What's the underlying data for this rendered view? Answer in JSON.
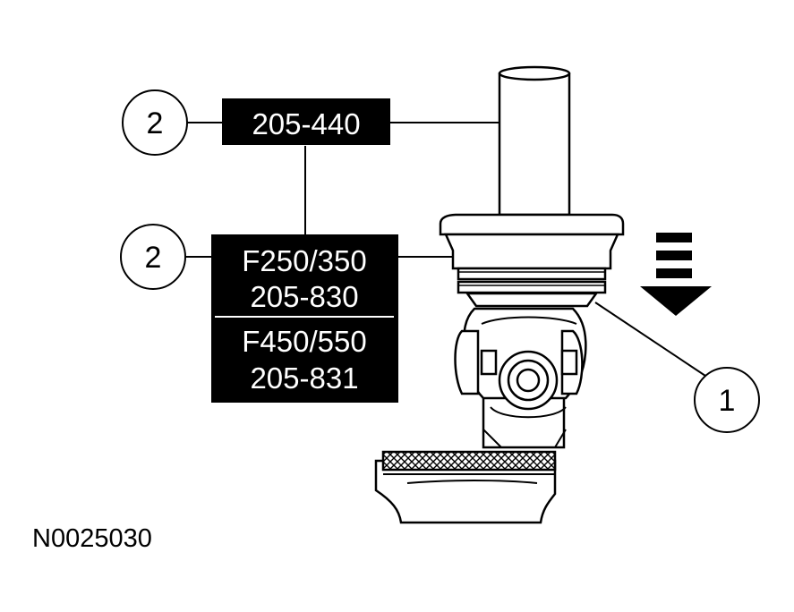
{
  "labels": {
    "callout_top": "2",
    "callout_mid": "2",
    "callout_right": "1",
    "tool_top": "205-440",
    "tool_mid_line1": "F250/350",
    "tool_mid_line2": "205-830",
    "tool_mid_line3": "F450/550",
    "tool_mid_line4": "205-831",
    "figure_id": "N0025030"
  },
  "colors": {
    "ink": "#000000",
    "paper": "#ffffff"
  }
}
